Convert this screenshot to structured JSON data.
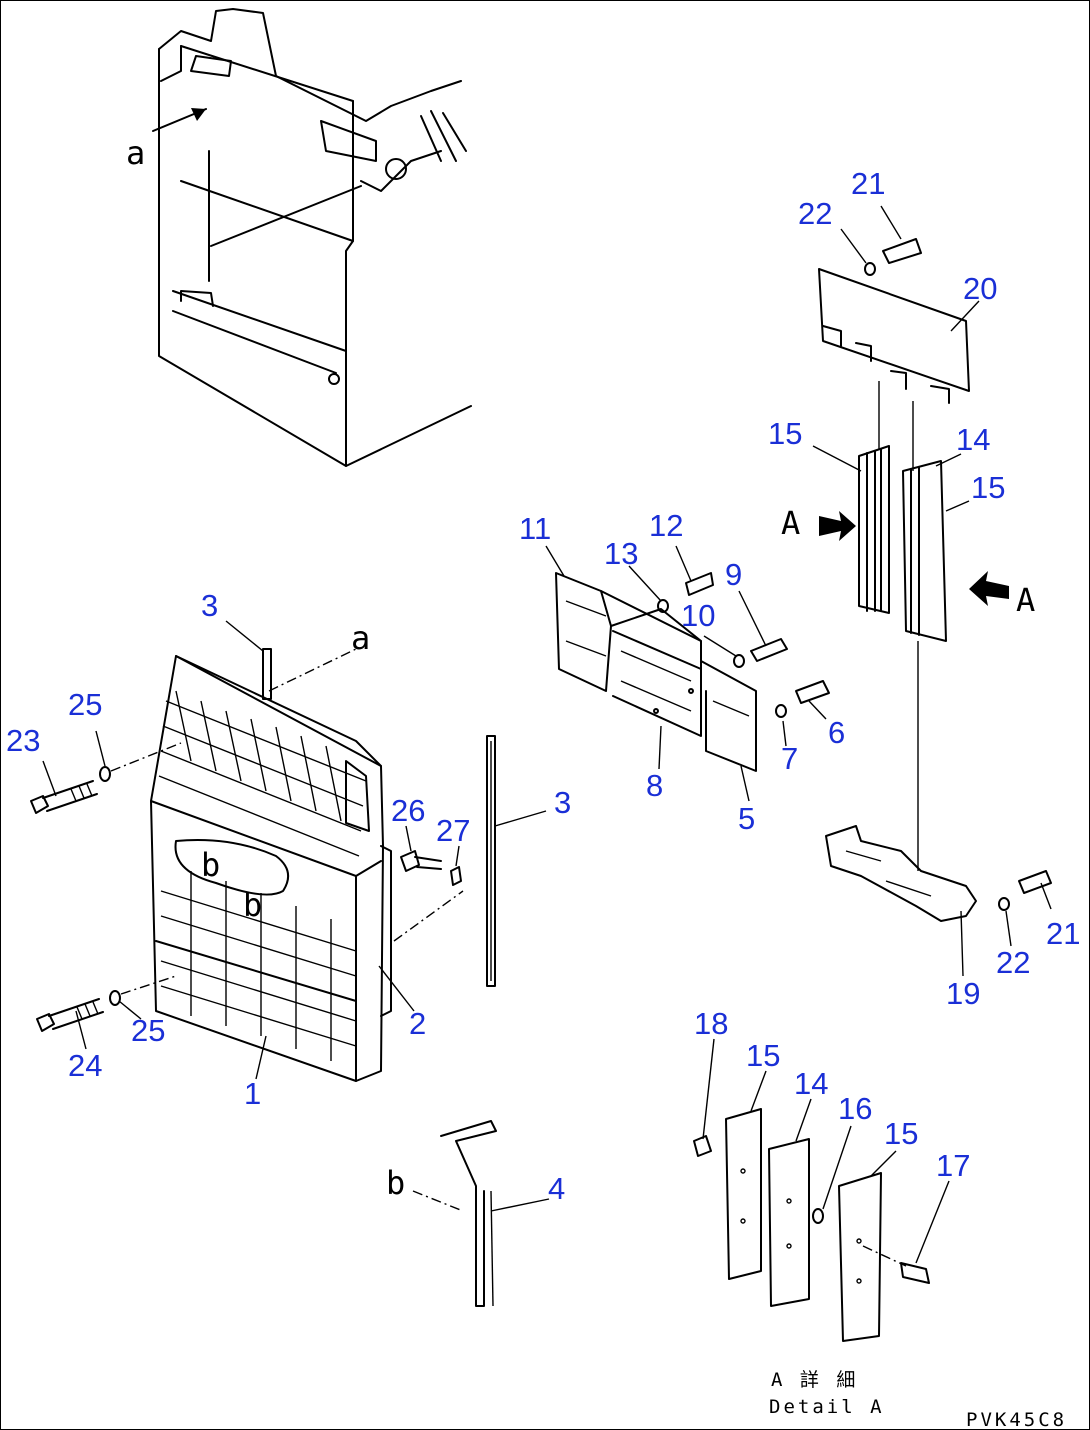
{
  "callouts": [
    {
      "id": "c3a",
      "text": "3"
    },
    {
      "id": "c25a",
      "text": "25"
    },
    {
      "id": "c23",
      "text": "23"
    },
    {
      "id": "c26",
      "text": "26"
    },
    {
      "id": "c27",
      "text": "27"
    },
    {
      "id": "c3b",
      "text": "3"
    },
    {
      "id": "c2",
      "text": "2"
    },
    {
      "id": "c25b",
      "text": "25"
    },
    {
      "id": "c24",
      "text": "24"
    },
    {
      "id": "c1",
      "text": "1"
    },
    {
      "id": "c4",
      "text": "4"
    },
    {
      "id": "c11",
      "text": "11"
    },
    {
      "id": "c12",
      "text": "12"
    },
    {
      "id": "c13",
      "text": "13"
    },
    {
      "id": "c9",
      "text": "9"
    },
    {
      "id": "c10",
      "text": "10"
    },
    {
      "id": "c6",
      "text": "6"
    },
    {
      "id": "c7",
      "text": "7"
    },
    {
      "id": "c8",
      "text": "8"
    },
    {
      "id": "c5",
      "text": "5"
    },
    {
      "id": "c21a",
      "text": "21"
    },
    {
      "id": "c22a",
      "text": "22"
    },
    {
      "id": "c20",
      "text": "20"
    },
    {
      "id": "c15a",
      "text": "15"
    },
    {
      "id": "c14a",
      "text": "14"
    },
    {
      "id": "c15b",
      "text": "15"
    },
    {
      "id": "c21b",
      "text": "21"
    },
    {
      "id": "c22b",
      "text": "22"
    },
    {
      "id": "c19",
      "text": "19"
    },
    {
      "id": "c18",
      "text": "18"
    },
    {
      "id": "c15c",
      "text": "15"
    },
    {
      "id": "c14b",
      "text": "14"
    },
    {
      "id": "c16",
      "text": "16"
    },
    {
      "id": "c15d",
      "text": "15"
    },
    {
      "id": "c17",
      "text": "17"
    }
  ],
  "view_markers": {
    "a_top": "a",
    "a_right": "a",
    "b_inner": "b",
    "b_lower": "b",
    "A_left": "A",
    "A_right": "A"
  },
  "detail_caption": {
    "jp": "A 詳 細",
    "en": "Detail A"
  },
  "drawing_code": "PVK45C8"
}
